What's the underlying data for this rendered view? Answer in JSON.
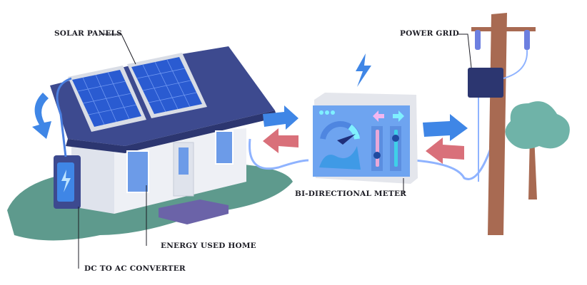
{
  "labels": {
    "solar_panels": "SOLAR PANELS",
    "power_grid": "POWER GRID",
    "bi_directional_meter": "BI-DIRECTIONAL METER",
    "energy_used_home": "ENERGY USED HOME",
    "dc_to_ac_converter": "DC TO AC CONVERTER"
  },
  "colors": {
    "roof": "#3d4a8f",
    "panel": "#2a5bd1",
    "wall": "#eef0f5",
    "window": "#6c9be8",
    "ground": "#5e9a8d",
    "arrow_blue": "#3f86e6",
    "arrow_red": "#d9707a",
    "pole": "#a86a52",
    "tree": "#6fb3a8"
  }
}
